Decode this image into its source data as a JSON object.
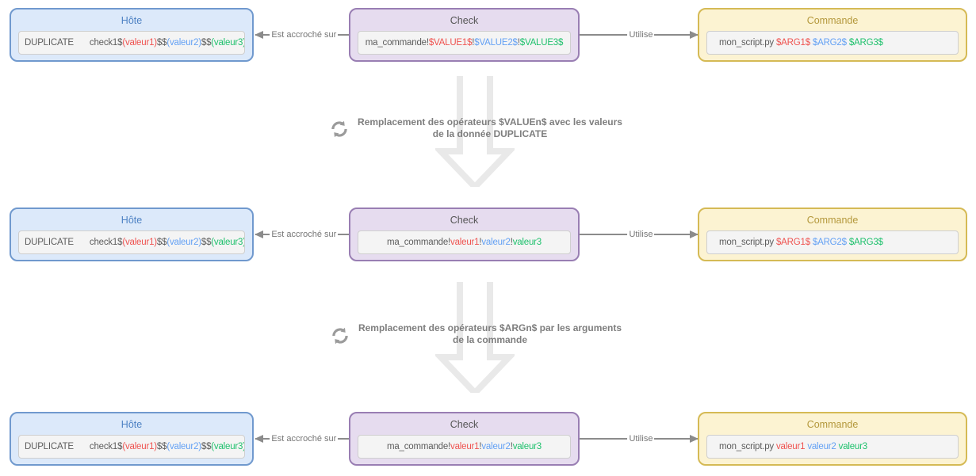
{
  "colors": {
    "red": "#ef5350",
    "blue": "#64a1f4",
    "green": "#1fc16d",
    "text_gray": "#5d5d5d",
    "hote_bg": "#dce9fa",
    "hote_border": "#7099ce",
    "hote_title": "#4e82c4",
    "check_bg": "#e6dcef",
    "check_border": "#997eb3",
    "check_title": "#555555",
    "commande_bg": "#fcf3d2",
    "commande_border": "#d5ba55",
    "commande_title": "#b4983c",
    "connector_gray": "#8b8b8b",
    "big_arrow_gray": "#e9e9e9",
    "refresh_icon_gray": "#9b9b9b"
  },
  "edges": {
    "left_label": "Est accroché sur",
    "right_label": "Utilise"
  },
  "rows": [
    {
      "hote": {
        "title": "Hôte",
        "label": "DUPLICATE",
        "segments": [
          {
            "t": "check1$",
            "c": "gray"
          },
          {
            "t": "(valeur1)",
            "c": "red"
          },
          {
            "t": "$$",
            "c": "gray"
          },
          {
            "t": "(valeur2)",
            "c": "blue"
          },
          {
            "t": "$$",
            "c": "gray"
          },
          {
            "t": "(valeur3)",
            "c": "green"
          },
          {
            "t": "$",
            "c": "gray"
          }
        ]
      },
      "check": {
        "title": "Check",
        "segments": [
          {
            "t": "ma_commande!",
            "c": "gray"
          },
          {
            "t": "$VALUE1$",
            "c": "red"
          },
          {
            "t": "!",
            "c": "gray"
          },
          {
            "t": "$VALUE2$",
            "c": "blue"
          },
          {
            "t": "!",
            "c": "gray"
          },
          {
            "t": "$VALUE3$",
            "c": "green"
          }
        ]
      },
      "commande": {
        "title": "Commande",
        "segments": [
          {
            "t": "mon_script.py ",
            "c": "gray"
          },
          {
            "t": "$ARG1$",
            "c": "red"
          },
          {
            "t": " ",
            "c": "gray"
          },
          {
            "t": "$ARG2$",
            "c": "blue"
          },
          {
            "t": " ",
            "c": "gray"
          },
          {
            "t": "$ARG3$",
            "c": "green"
          }
        ]
      }
    },
    {
      "hote": {
        "title": "Hôte",
        "label": "DUPLICATE",
        "segments": [
          {
            "t": "check1$",
            "c": "gray"
          },
          {
            "t": "(valeur1)",
            "c": "red"
          },
          {
            "t": "$$",
            "c": "gray"
          },
          {
            "t": "(valeur2)",
            "c": "blue"
          },
          {
            "t": "$$",
            "c": "gray"
          },
          {
            "t": "(valeur3)",
            "c": "green"
          },
          {
            "t": "$",
            "c": "gray"
          }
        ]
      },
      "check": {
        "title": "Check",
        "segments": [
          {
            "t": "ma_commande!",
            "c": "gray"
          },
          {
            "t": "valeur1",
            "c": "red"
          },
          {
            "t": "!",
            "c": "gray"
          },
          {
            "t": "valeur2",
            "c": "blue"
          },
          {
            "t": "!",
            "c": "gray"
          },
          {
            "t": "valeur3",
            "c": "green"
          }
        ]
      },
      "commande": {
        "title": "Commande",
        "segments": [
          {
            "t": "mon_script.py ",
            "c": "gray"
          },
          {
            "t": "$ARG1$",
            "c": "red"
          },
          {
            "t": " ",
            "c": "gray"
          },
          {
            "t": "$ARG2$",
            "c": "blue"
          },
          {
            "t": " ",
            "c": "gray"
          },
          {
            "t": "$ARG3$",
            "c": "green"
          }
        ]
      }
    },
    {
      "hote": {
        "title": "Hôte",
        "label": "DUPLICATE",
        "segments": [
          {
            "t": "check1$",
            "c": "gray"
          },
          {
            "t": "(valeur1)",
            "c": "red"
          },
          {
            "t": "$$",
            "c": "gray"
          },
          {
            "t": "(valeur2)",
            "c": "blue"
          },
          {
            "t": "$$",
            "c": "gray"
          },
          {
            "t": "(valeur3)",
            "c": "green"
          },
          {
            "t": "$",
            "c": "gray"
          }
        ]
      },
      "check": {
        "title": "Check",
        "segments": [
          {
            "t": "ma_commande!",
            "c": "gray"
          },
          {
            "t": "valeur1",
            "c": "red"
          },
          {
            "t": "!",
            "c": "gray"
          },
          {
            "t": "valeur2",
            "c": "blue"
          },
          {
            "t": "!",
            "c": "gray"
          },
          {
            "t": "valeur3",
            "c": "green"
          }
        ]
      },
      "commande": {
        "title": "Commande",
        "segments": [
          {
            "t": "mon_script.py ",
            "c": "gray"
          },
          {
            "t": "valeur1",
            "c": "red"
          },
          {
            "t": " ",
            "c": "gray"
          },
          {
            "t": "valeur2",
            "c": "blue"
          },
          {
            "t": " ",
            "c": "gray"
          },
          {
            "t": "valeur3",
            "c": "green"
          }
        ]
      }
    }
  ],
  "transitions": [
    {
      "line1": "Remplacement des opérateurs $VALUEn$ avec les valeurs",
      "line2": "de la donnée DUPLICATE"
    },
    {
      "line1": "Remplacement des opérateurs $ARGn$ par les arguments",
      "line2": "de la commande"
    }
  ]
}
